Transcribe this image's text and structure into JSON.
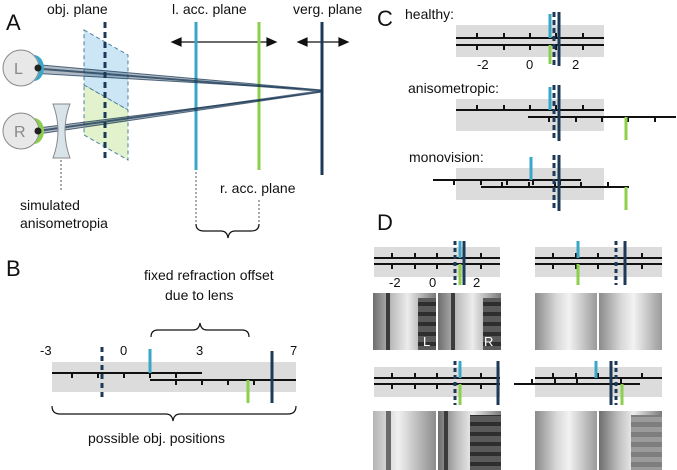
{
  "colors": {
    "left_eye": "#3aa7c9",
    "right_eye": "#8ccf4d",
    "vergence": "#1c3a57",
    "object_plane": "#1c3a57",
    "plane_fill_top": "#bfe0f2",
    "plane_fill_bottom": "#d9efbf",
    "band": "#dcdcdc",
    "eye_fill": "#e8e8e8"
  },
  "panel_a": {
    "letter": "A",
    "obj_plane": "obj. plane",
    "l_acc_plane": "l. acc. plane",
    "verg_plane": "verg. plane",
    "r_acc_plane": "r. acc. plane",
    "left_eye": "L",
    "right_eye": "R",
    "simulated_1": "simulated",
    "simulated_2": "anisometropia"
  },
  "panel_b": {
    "letter": "B",
    "title_1": "fixed refraction offset",
    "title_2": "due to lens",
    "ticks": [
      "-3",
      "0",
      "3",
      "7"
    ],
    "footer": "possible obj. positions"
  },
  "panel_c": {
    "letter": "C",
    "healthy": "healthy:",
    "anisometropic": "anisometropic:",
    "monovision": "monovision:",
    "ticks": [
      "-2",
      "0",
      "2"
    ]
  },
  "panel_d": {
    "letter": "D",
    "ticks": [
      "-2",
      "0",
      "2"
    ],
    "left_label": "L",
    "right_label": "R"
  }
}
